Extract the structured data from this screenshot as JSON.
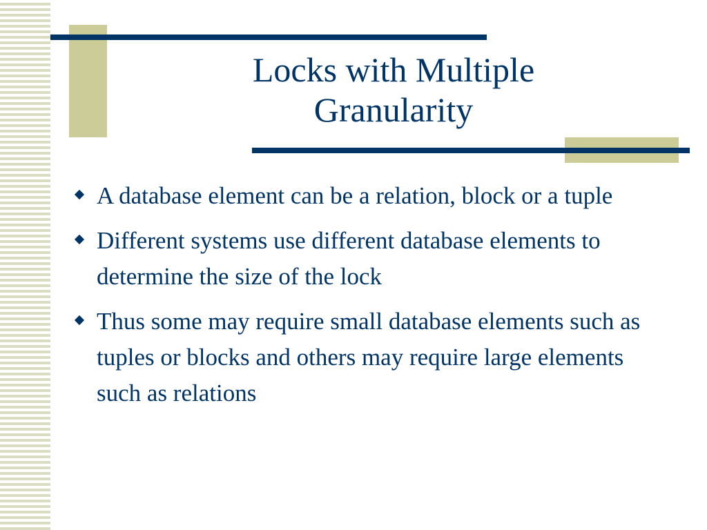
{
  "slide": {
    "title_lines": [
      "Locks with Multiple",
      "Granularity"
    ],
    "bullets": [
      {
        "text": "A database element can be a relation, block or a tuple",
        "icon": "diamond-bullet-icon"
      },
      {
        "text": "Different systems use different database elements to determine the size of the lock",
        "icon": "diamond-bullet-icon"
      },
      {
        "text": "Thus some may require small database elements such as tuples or blocks and others may require large elements such as relations",
        "icon": "diamond-bullet-icon"
      }
    ]
  },
  "colors": {
    "text": "#003366",
    "rule": "#003366",
    "accent_block": "#cccc99",
    "stripe": "#d9dcc0",
    "background": "#ffffff"
  }
}
